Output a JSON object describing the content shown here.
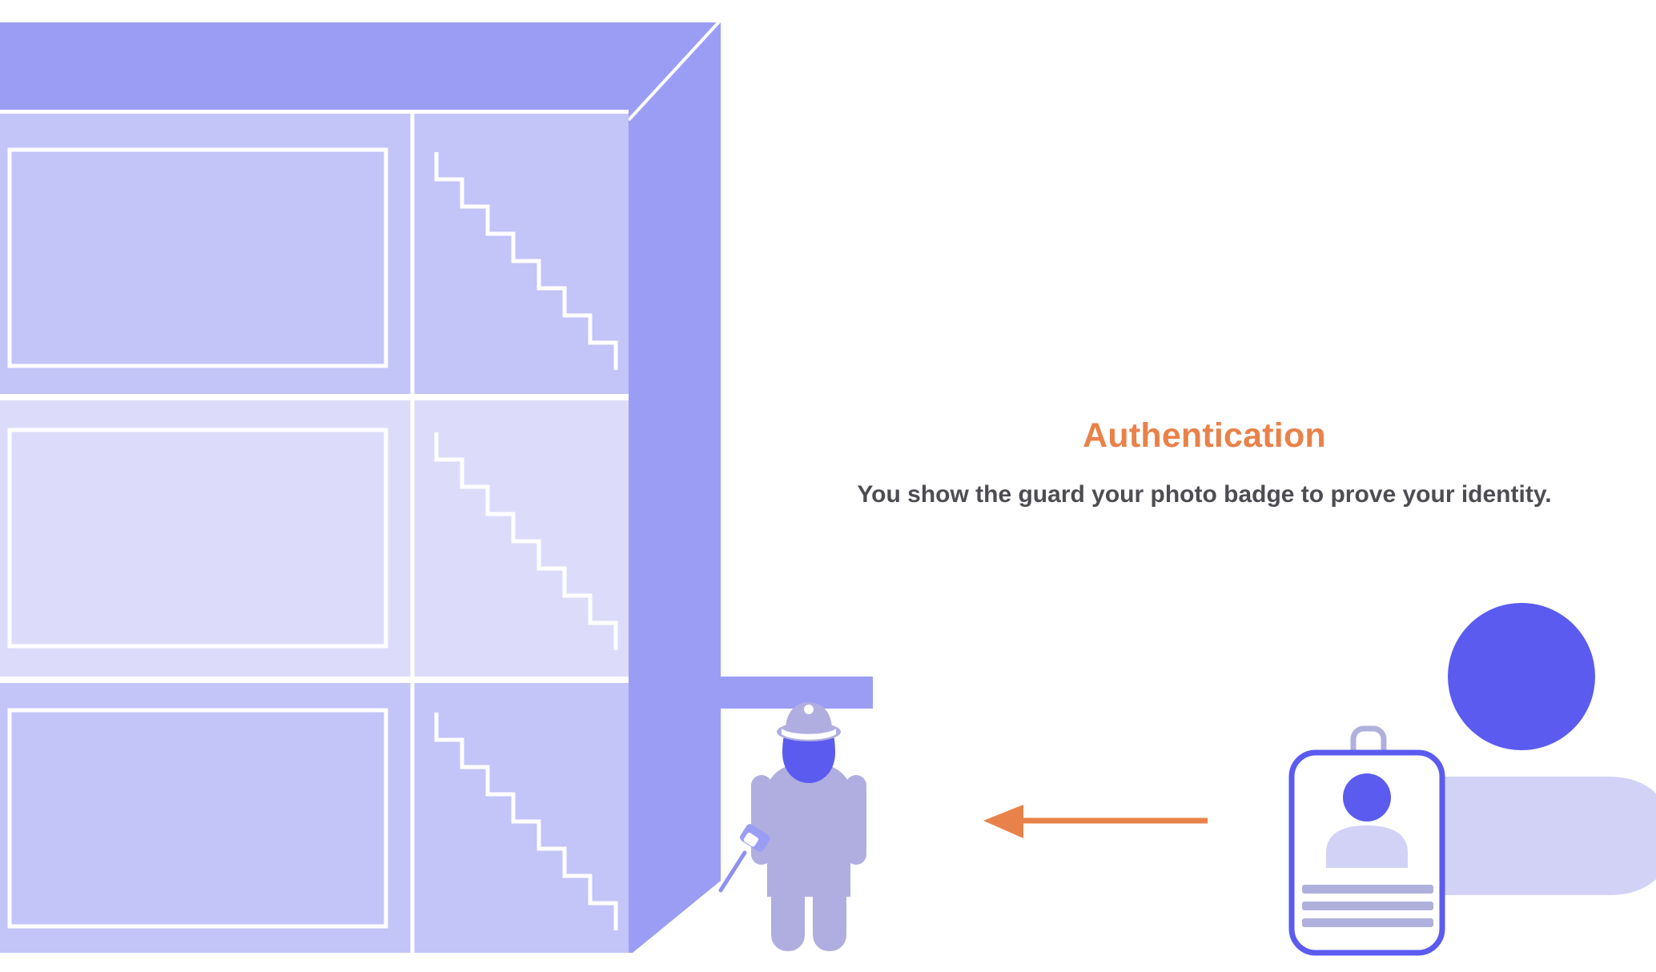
{
  "scene": {
    "title": "Authentication",
    "description": "You show the guard your photo badge to prove your identity.",
    "colors": {
      "accent_orange": "#e8824a",
      "body_text": "#4c4c52",
      "building_roof": "#9b9df5",
      "building_side_wall": "#9b9df5",
      "floor_light": "#dcdcfa",
      "floor_mid": "#c3c4f8",
      "outline_white": "#ffffff",
      "figure_body": "#b0aee0",
      "figure_head": "#5b5bf0",
      "badge_outline": "#5b5bf0",
      "badge_muted": "#b0b0dd",
      "avatar_shoulders": "#d2d2f7",
      "page_background": "#ffffff"
    },
    "building": {
      "name": "office-building-cutaway",
      "floor_count": 3,
      "floors": [
        {
          "label": "floor-3-top",
          "room": "office-room",
          "stairwell": "stairwell-descending",
          "stair_steps": 8
        },
        {
          "label": "floor-2-middle",
          "room": "office-room",
          "stairwell": "stairwell-descending",
          "stair_steps": 8
        },
        {
          "label": "floor-1-ground",
          "room": "office-room",
          "stairwell": "stairwell-descending",
          "stair_steps": 8
        }
      ],
      "has_roof": true,
      "has_entrance_canopy": true
    },
    "guard": {
      "name": "security-guard-figure",
      "wears_peaked_cap": true,
      "holds_flashlight": true
    },
    "badge": {
      "name": "photo-id-badge",
      "has_lanyard_clip": true,
      "photo": "user-avatar-photo",
      "text_lines": 3
    },
    "visitor": {
      "name": "visitor-avatar",
      "shape": "user-silhouette"
    },
    "arrow": {
      "name": "flow-arrow",
      "direction": "left",
      "from": "badge",
      "to": "guard",
      "color": "#e8824a"
    }
  }
}
